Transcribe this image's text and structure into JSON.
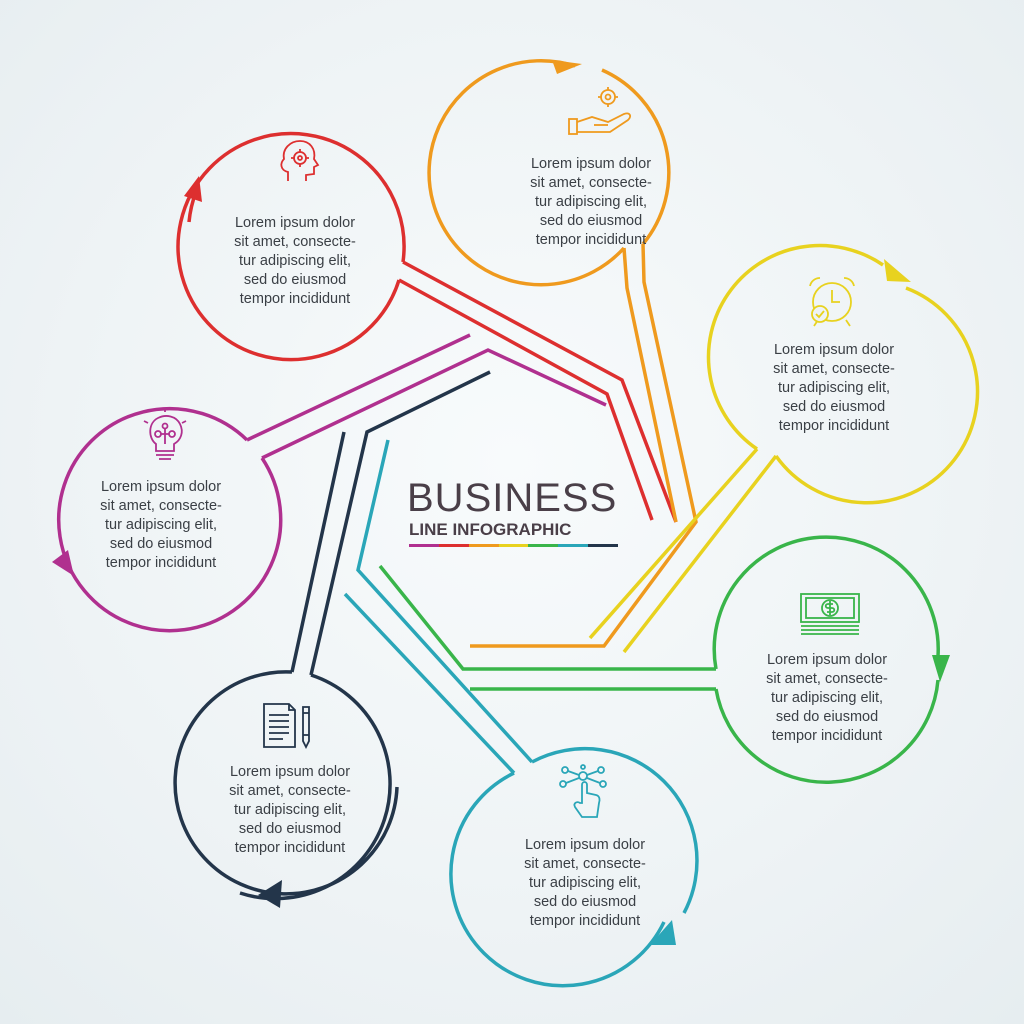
{
  "title": {
    "main": "BUSINESS",
    "sub": "LINE INFOGRAPHIC"
  },
  "colors": {
    "red": "#dd2f2f",
    "orange": "#ef9a1e",
    "yellow": "#e8d21f",
    "green": "#39b54a",
    "teal": "#2aa6b8",
    "navy": "#23354a",
    "purple": "#b0308f"
  },
  "nodes": [
    {
      "id": "red",
      "icon": "head-gear-icon",
      "lines": [
        "Lorem ipsum dolor",
        "sit amet, consecte-",
        "tur adipiscing elit,",
        "sed do eiusmod",
        "tempor incididunt"
      ]
    },
    {
      "id": "orange",
      "icon": "hand-gear-icon",
      "lines": [
        "Lorem ipsum dolor",
        "sit amet, consecte-",
        "tur adipiscing elit,",
        "sed do eiusmod",
        "tempor incididunt"
      ]
    },
    {
      "id": "yellow",
      "icon": "alarm-clock-icon",
      "lines": [
        "Lorem ipsum dolor",
        "sit amet, consecte-",
        "tur adipiscing elit,",
        "sed do eiusmod",
        "tempor incididunt"
      ]
    },
    {
      "id": "green",
      "icon": "money-stack-icon",
      "lines": [
        "Lorem ipsum dolor",
        "sit amet, consecte-",
        "tur adipiscing elit,",
        "sed do eiusmod",
        "tempor incididunt"
      ]
    },
    {
      "id": "teal",
      "icon": "touch-network-icon",
      "lines": [
        "Lorem ipsum dolor",
        "sit amet, consecte-",
        "tur adipiscing elit,",
        "sed do eiusmod",
        "tempor incididunt"
      ]
    },
    {
      "id": "navy",
      "icon": "document-pencil-icon",
      "lines": [
        "Lorem ipsum dolor",
        "sit amet, consecte-",
        "tur adipiscing elit,",
        "sed do eiusmod",
        "tempor incididunt"
      ]
    },
    {
      "id": "purple",
      "icon": "lightbulb-icon",
      "lines": [
        "Lorem ipsum dolor",
        "sit amet, consecte-",
        "tur adipiscing elit,",
        "sed do eiusmod",
        "tempor incididunt"
      ]
    }
  ]
}
